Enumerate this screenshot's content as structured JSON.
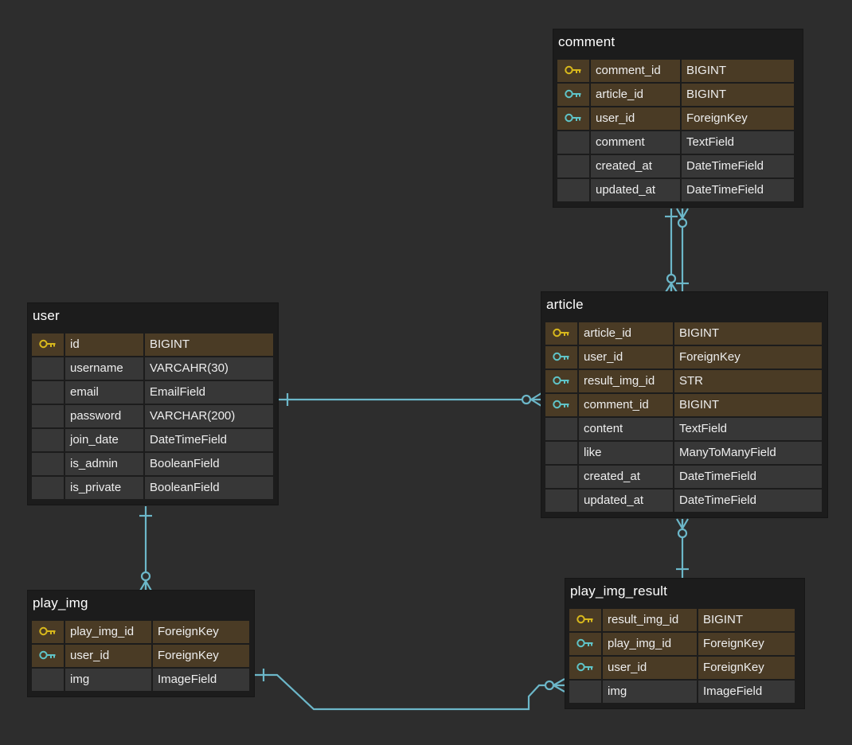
{
  "tables": [
    {
      "id": "comment",
      "title": "comment",
      "fields": [
        {
          "name": "comment_id",
          "type": "BIGINT",
          "key": "primary"
        },
        {
          "name": "article_id",
          "type": "BIGINT",
          "key": "foreign"
        },
        {
          "name": "user_id",
          "type": "ForeignKey",
          "key": "foreign"
        },
        {
          "name": "comment",
          "type": "TextField",
          "key": "none"
        },
        {
          "name": "created_at",
          "type": "DateTimeField",
          "key": "none"
        },
        {
          "name": "updated_at",
          "type": "DateTimeField",
          "key": "none"
        }
      ]
    },
    {
      "id": "user",
      "title": "user",
      "fields": [
        {
          "name": "id",
          "type": "BIGINT",
          "key": "primary"
        },
        {
          "name": "username",
          "type": "VARCAHR(30)",
          "key": "none"
        },
        {
          "name": "email",
          "type": "EmailField",
          "key": "none"
        },
        {
          "name": "password",
          "type": "VARCHAR(200)",
          "key": "none"
        },
        {
          "name": "join_date",
          "type": "DateTimeField",
          "key": "none"
        },
        {
          "name": "is_admin",
          "type": "BooleanField",
          "key": "none"
        },
        {
          "name": "is_private",
          "type": "BooleanField",
          "key": "none"
        }
      ]
    },
    {
      "id": "article",
      "title": "article",
      "fields": [
        {
          "name": "article_id",
          "type": "BIGINT",
          "key": "primary"
        },
        {
          "name": "user_id",
          "type": "ForeignKey",
          "key": "foreign"
        },
        {
          "name": "result_img_id",
          "type": "STR",
          "key": "foreign"
        },
        {
          "name": "comment_id",
          "type": "BIGINT",
          "key": "foreign"
        },
        {
          "name": "content",
          "type": "TextField",
          "key": "none"
        },
        {
          "name": "like",
          "type": "ManyToManyField",
          "key": "none"
        },
        {
          "name": "created_at",
          "type": "DateTimeField",
          "key": "none"
        },
        {
          "name": "updated_at",
          "type": "DateTimeField",
          "key": "none"
        }
      ]
    },
    {
      "id": "play_img",
      "title": "play_img",
      "fields": [
        {
          "name": "play_img_id",
          "type": "ForeignKey",
          "key": "primary"
        },
        {
          "name": "user_id",
          "type": "ForeignKey",
          "key": "foreign"
        },
        {
          "name": "img",
          "type": "ImageField",
          "key": "none"
        }
      ]
    },
    {
      "id": "play_img_result",
      "title": "play_img_result",
      "fields": [
        {
          "name": "result_img_id",
          "type": "BIGINT",
          "key": "primary"
        },
        {
          "name": "play_img_id",
          "type": "ForeignKey",
          "key": "foreign"
        },
        {
          "name": "user_id",
          "type": "ForeignKey",
          "key": "foreign"
        },
        {
          "name": "img",
          "type": "ImageField",
          "key": "none"
        }
      ]
    }
  ],
  "relationships": [
    {
      "from": "user",
      "to": "article",
      "from_cardinality": "one",
      "to_cardinality": "zero-or-many"
    },
    {
      "from": "user",
      "to": "play_img",
      "from_cardinality": "one",
      "to_cardinality": "zero-or-many"
    },
    {
      "from": "play_img",
      "to": "play_img_result",
      "from_cardinality": "one",
      "to_cardinality": "zero-or-many"
    },
    {
      "from": "play_img_result",
      "to": "article",
      "from_cardinality": "one",
      "to_cardinality": "zero-or-many"
    },
    {
      "from": "article",
      "to": "comment",
      "from_cardinality": "one",
      "to_cardinality": "zero-or-many"
    },
    {
      "from": "comment",
      "to": "article",
      "from_cardinality": "one",
      "to_cardinality": "zero-or-many"
    }
  ],
  "colors": {
    "background": "#2d2d2d",
    "table_bg": "#1c1c1c",
    "key_row": "#4a3b25",
    "plain_row": "#373737",
    "primary_key_icon": "#d8b81c",
    "foreign_key_icon": "#5fc4c8",
    "relationship_line": "#6cb7c9"
  },
  "icons": {
    "primary": "primary-key-icon",
    "foreign": "foreign-key-icon"
  }
}
